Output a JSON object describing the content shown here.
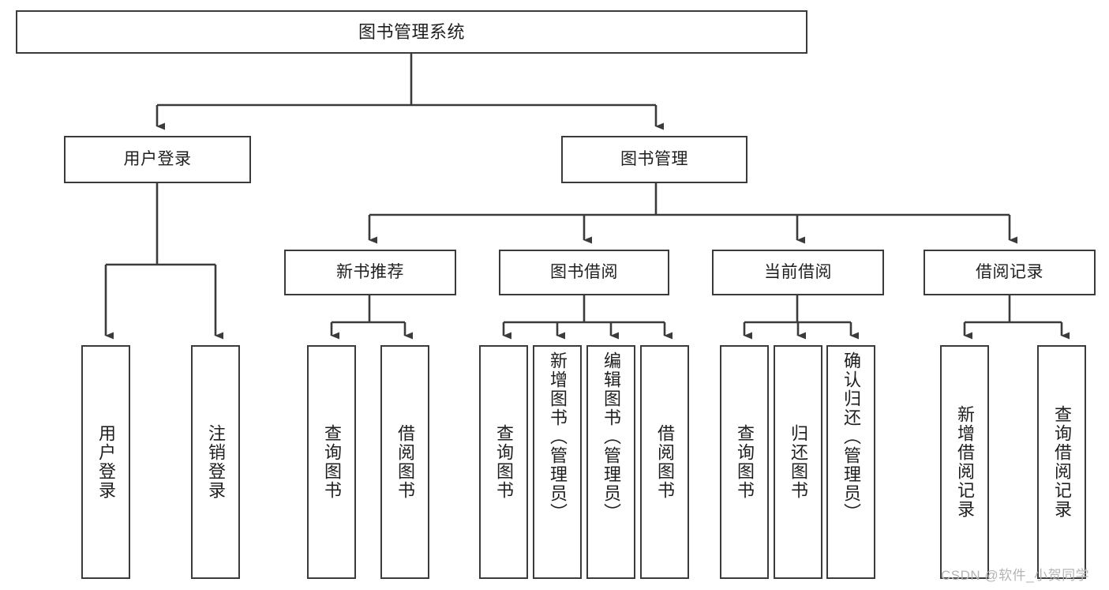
{
  "diagram": {
    "type": "tree",
    "title": "图书管理系统",
    "style": {
      "box_border_color": "#3b3b3b",
      "box_fill_color": "#ffffff",
      "connector_color": "#3b3b3b",
      "text_color": "#1f1f1f",
      "background_color": "#ffffff",
      "watermark_color": "#b4b4b4"
    },
    "nodes": {
      "root": {
        "label": "图书管理系统",
        "level": 0,
        "orientation": "horizontal"
      },
      "user_login": {
        "label": "用户登录",
        "level": 1,
        "orientation": "horizontal"
      },
      "book_manage": {
        "label": "图书管理",
        "level": 1,
        "orientation": "horizontal"
      },
      "new_book_rec": {
        "label": "新书推荐",
        "level": 2,
        "orientation": "horizontal"
      },
      "book_borrow": {
        "label": "图书借阅",
        "level": 2,
        "orientation": "horizontal"
      },
      "current_borrow": {
        "label": "当前借阅",
        "level": 2,
        "orientation": "horizontal"
      },
      "borrow_record": {
        "label": "借阅记录",
        "level": 2,
        "orientation": "horizontal"
      },
      "leaf_user_login": {
        "label": "用户登录",
        "level": 3,
        "orientation": "vertical"
      },
      "leaf_logout": {
        "label": "注销登录",
        "level": 3,
        "orientation": "vertical"
      },
      "leaf_query_book_1": {
        "label": "查询图书",
        "level": 3,
        "orientation": "vertical"
      },
      "leaf_borrow_book_1": {
        "label": "借阅图书",
        "level": 3,
        "orientation": "vertical"
      },
      "leaf_query_book_2": {
        "label": "查询图书",
        "level": 3,
        "orientation": "vertical"
      },
      "leaf_add_book": {
        "label": "新增图书（管理员）",
        "level": 3,
        "orientation": "vertical"
      },
      "leaf_edit_book": {
        "label": "编辑图书（管理员）",
        "level": 3,
        "orientation": "vertical"
      },
      "leaf_borrow_book_2": {
        "label": "借阅图书",
        "level": 3,
        "orientation": "vertical"
      },
      "leaf_query_book_3": {
        "label": "查询图书",
        "level": 3,
        "orientation": "vertical"
      },
      "leaf_return_book": {
        "label": "归还图书",
        "level": 3,
        "orientation": "vertical"
      },
      "leaf_confirm_return": {
        "label": "确认归还（管理员）",
        "level": 3,
        "orientation": "vertical"
      },
      "leaf_add_record": {
        "label": "新增借阅记录",
        "level": 3,
        "orientation": "vertical"
      },
      "leaf_query_record": {
        "label": "查询借阅记录",
        "level": 3,
        "orientation": "vertical"
      }
    },
    "edges": [
      {
        "from": "root",
        "to": "user_login"
      },
      {
        "from": "root",
        "to": "book_manage"
      },
      {
        "from": "user_login",
        "to": "leaf_user_login"
      },
      {
        "from": "user_login",
        "to": "leaf_logout"
      },
      {
        "from": "book_manage",
        "to": "new_book_rec"
      },
      {
        "from": "book_manage",
        "to": "book_borrow"
      },
      {
        "from": "book_manage",
        "to": "current_borrow"
      },
      {
        "from": "book_manage",
        "to": "borrow_record"
      },
      {
        "from": "new_book_rec",
        "to": "leaf_query_book_1"
      },
      {
        "from": "new_book_rec",
        "to": "leaf_borrow_book_1"
      },
      {
        "from": "book_borrow",
        "to": "leaf_query_book_2"
      },
      {
        "from": "book_borrow",
        "to": "leaf_add_book"
      },
      {
        "from": "book_borrow",
        "to": "leaf_edit_book"
      },
      {
        "from": "book_borrow",
        "to": "leaf_borrow_book_2"
      },
      {
        "from": "current_borrow",
        "to": "leaf_query_book_3"
      },
      {
        "from": "current_borrow",
        "to": "leaf_return_book"
      },
      {
        "from": "current_borrow",
        "to": "leaf_confirm_return"
      },
      {
        "from": "borrow_record",
        "to": "leaf_add_record"
      },
      {
        "from": "borrow_record",
        "to": "leaf_query_record"
      }
    ]
  },
  "watermark": {
    "text": "CSDN @软件_小贺同学"
  }
}
